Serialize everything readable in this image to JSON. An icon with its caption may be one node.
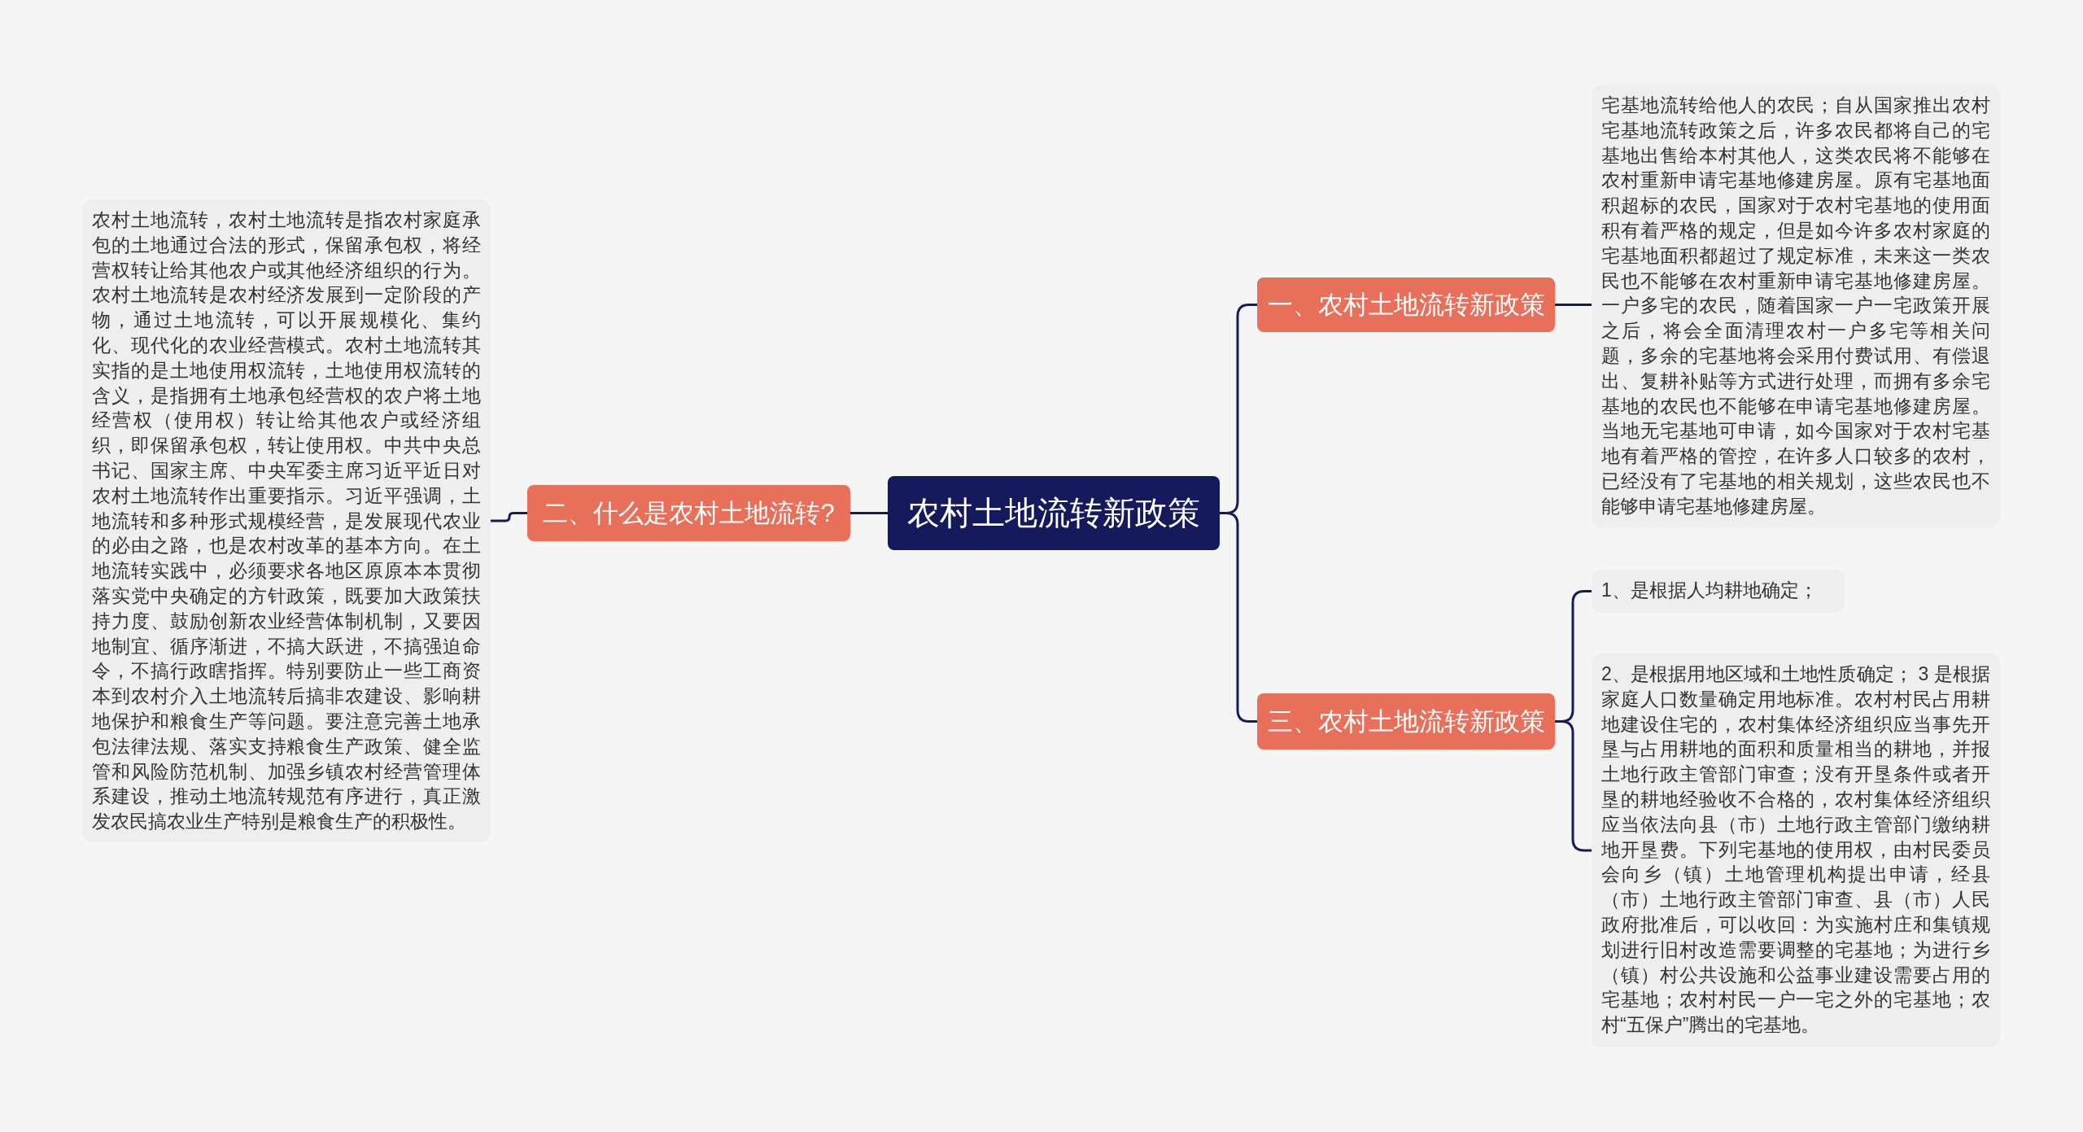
{
  "diagram": {
    "nodes": [
      {
        "text": [
          "农村土地流转新政策"
        ]
      },
      {
        "text": [
          "一、农村土地流转新政策"
        ]
      },
      {
        "text": [
          "二、什么是农村土地流转?"
        ]
      },
      {
        "text": [
          "三、农村土地流转新政策"
        ]
      },
      {
        "text": [
          "宅基地流转给他人的农民；自从国家推出农村宅基地流转政策之后，许多农民都将自己的宅基地出售给本村其他人，这类农民将不能够在农村重新申请宅基地修建房屋。原有宅基地面积超标的农民，国家对于农村宅基地的使用面积有着严格的规定，但是如今许多农村家庭的宅基地面积都超过了规定标准，未来这一类农民也不能够在农村重新申请宅基地修建房屋。一户多宅的农民，随着国家一户一宅政策开展之后，将会全面清理农村一户多宅等相关问题，多余的宅基地将会采用付费试用、有偿退出、复耕补贴等方式进行处理，而拥有多余宅基地的农民也不能够在申请宅基地修建房屋。当地无宅基地可申请，如今国家对于农村宅基地有着严格的管控，在许多人口较多的农村，已经没有了宅基地的相关规划，这些农民也不能够申请宅基地修建房屋。"
        ]
      },
      {
        "text": [
          "农村土地流转，农村土地流转是指农村家庭承包的土地通过合法的形式，保留承包权，将经营权转让给其他农户或其他经济组织的行为。农村土地流转是农村经济发展到一定阶段的产物，通过土地流转，可以开展规模化、集约化、现代化的农业经营模式。农村土地流转其实指的是土地使用权流转，土地使用权流转的含义，是指拥有土地承包经营权的农户将土地经营权（使用权）转让给其他农户或经济组织，即保留承包权，转让使用权。中共中央总书记、国家主席、中央军委主席习近平近日对农村土地流转作出重要指示。习近平强调，土地流转和多种形式规模经营，是发展现代农业的必由之路，也是农村改革的基本方向。在土地流转实践中，必须要求各地区原原本本贯彻落实党中央确定的方针政策，既要加大政策扶持力度、鼓励创新农业经营体制机制，又要因地制宜、循序渐进，不搞大跃进，不搞强迫命令，不搞行政瞎指挥。特别要防止一些工商资本到农村介入土地流转后搞非农建设、影响耕地保护和粮食生产等问题。要注意完善土地承包法律法规、落实支持粮食生产政策、健全监管和风险防范机制、加强乡镇农村经营管理体系建设，推动土地流转规范有序进行，真正激发农民搞农业生产特别是粮食生产的积极性。"
        ]
      },
      {
        "text": [
          "1、是根据人均耕地确定；"
        ]
      },
      {
        "text": [
          "2、是根据用地区域和土地性质确定； 3 是根据家庭人口数量确定用地标准。农村村民占用耕地建设住宅的，农村集体经济组织应当事先开垦与占用耕地的面积和质量相当的耕地，并报土地行政主管部门审查；没有开垦条件或者开垦的耕地经验收不合格的，农村集体经济组织应当依法向县（市）土地行政主管部门缴纳耕地开垦费。下列宅基地的使用权，由村民委员会向乡（镇）土地管理机构提出申请，经县（市）土地行政主管部门审查、县（市）人民政府批准后，可以收回：为实施村庄和集镇规划进行旧村改造需要调整的宅基地；为进行乡（镇）村公共设施和公益事业建设需要占用的宅基地；农村村民一户一宅之外的宅基地；农村“五保户”腾出的宅基地。"
        ]
      }
    ],
    "edges": [
      {
        "from": 0,
        "to": 1,
        "arrow": "none"
      },
      {
        "from": 0,
        "to": 2,
        "arrow": "none"
      },
      {
        "from": 0,
        "to": 3,
        "arrow": "none"
      },
      {
        "from": 1,
        "to": 4,
        "arrow": "none"
      },
      {
        "from": 2,
        "to": 5,
        "arrow": "none"
      },
      {
        "from": 3,
        "to": 6,
        "arrow": "none"
      },
      {
        "from": 3,
        "to": 7,
        "arrow": "none"
      }
    ]
  }
}
